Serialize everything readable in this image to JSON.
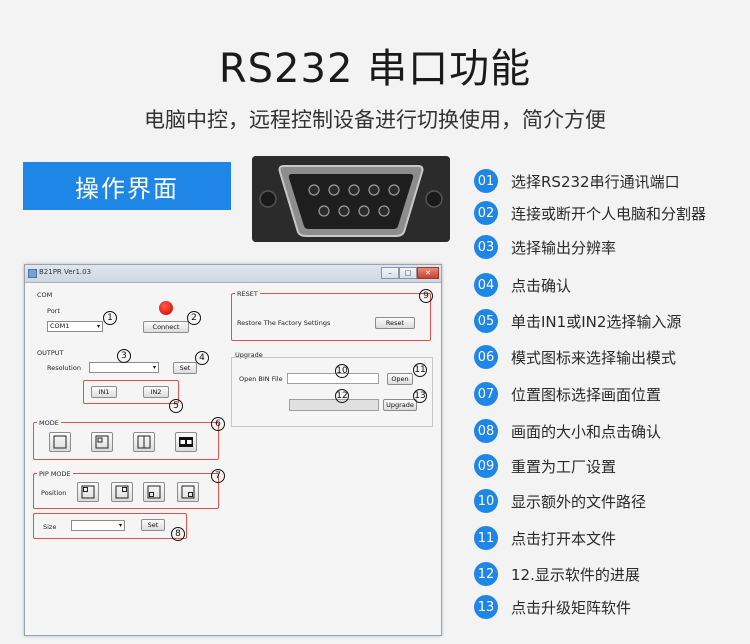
{
  "header": {
    "title": "RS232 串口功能",
    "subtitle": "电脑中控，远程控制设备进行切换使用，简介方便",
    "ops_label": "操作界面"
  },
  "steps": [
    {
      "num": "01",
      "text": "选择RS232串行通讯端口"
    },
    {
      "num": "02",
      "text": "连接或断开个人电脑和分割器"
    },
    {
      "num": "03",
      "text": "选择输出分辨率"
    },
    {
      "num": "04",
      "text": "点击确认"
    },
    {
      "num": "05",
      "text": "单击IN1或IN2选择输入源"
    },
    {
      "num": "06",
      "text": "模式图标来选择输出模式"
    },
    {
      "num": "07",
      "text": "位置图标选择画面位置"
    },
    {
      "num": "08",
      "text": "画面的大小和点击确认"
    },
    {
      "num": "09",
      "text": "重置为工厂设置"
    },
    {
      "num": "10",
      "text": "显示额外的文件路径"
    },
    {
      "num": "11",
      "text": "点击打开本文件"
    },
    {
      "num": "12",
      "text": "12.显示软件的进展"
    },
    {
      "num": "13",
      "text": "点击升级矩阵软件"
    }
  ],
  "app": {
    "window_title": "B21PR Ver1.03",
    "com": {
      "group": "COM",
      "port_label": "Port",
      "port_value": "COM1",
      "connect": "Connect"
    },
    "output": {
      "group": "OUTPUT",
      "resolution_label": "Resolution",
      "resolution_value": "",
      "set": "Set",
      "in1": "IN1",
      "in2": "IN2"
    },
    "mode": {
      "group": "MODE"
    },
    "pip": {
      "group": "PIP MODE",
      "position_label": "Position",
      "size_label": "Size",
      "size_value": "",
      "set": "Set"
    },
    "reset": {
      "group": "RESET",
      "text": "Restore The Factory Settings",
      "button": "Reset"
    },
    "upgrade": {
      "group": "Upgrade",
      "open_bin_label": "Open BIN File",
      "open": "Open",
      "upgrade": "Upgrade"
    },
    "markers": [
      "1",
      "2",
      "3",
      "4",
      "5",
      "6",
      "7",
      "8",
      "9",
      "10",
      "11",
      "12",
      "13"
    ]
  },
  "colors": {
    "accent": "#1d86e6",
    "highlight": "#d9534f",
    "led": "#e00000"
  }
}
